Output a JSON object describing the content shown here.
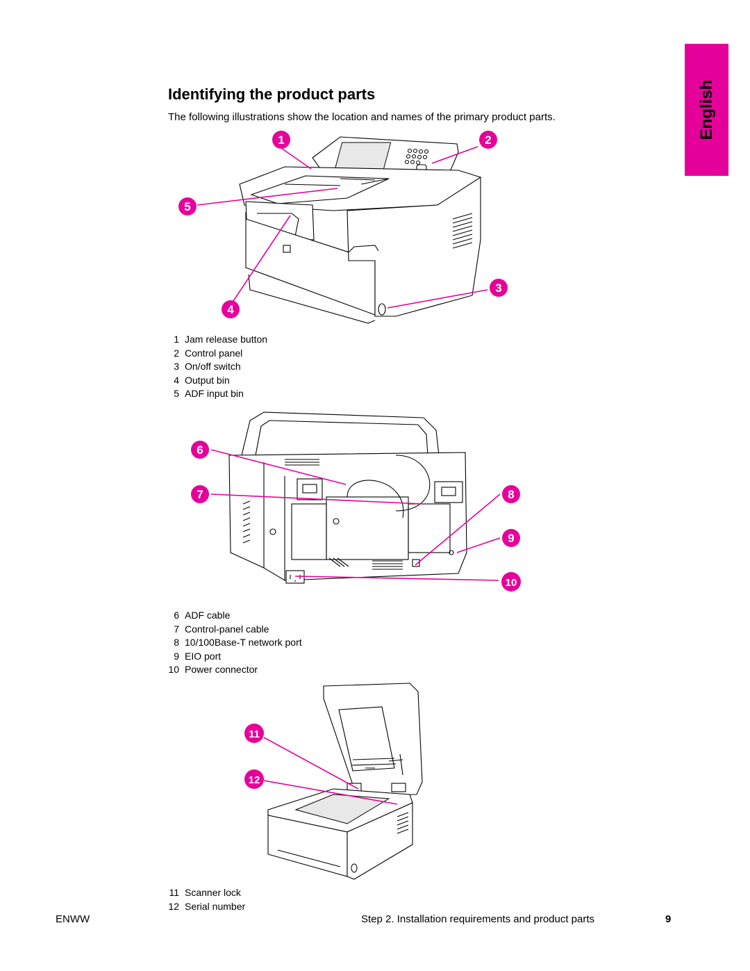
{
  "side_tab": {
    "label": "English"
  },
  "page": {
    "title": "Identifying the product parts",
    "intro": "The following illustrations show the location and names of the primary product parts."
  },
  "colors": {
    "accent": "#e6009a"
  },
  "figures": {
    "front": {
      "callouts": [
        "1",
        "2",
        "3",
        "4",
        "5"
      ],
      "legend": [
        {
          "num": "1",
          "label": "Jam release button"
        },
        {
          "num": "2",
          "label": "Control panel"
        },
        {
          "num": "3",
          "label": "On/off switch"
        },
        {
          "num": "4",
          "label": "Output bin"
        },
        {
          "num": "5",
          "label": "ADF input bin"
        }
      ]
    },
    "rear": {
      "callouts": [
        "6",
        "7",
        "8",
        "9",
        "10"
      ],
      "legend": [
        {
          "num": "6",
          "label": "ADF cable"
        },
        {
          "num": "7",
          "label": "Control-panel cable"
        },
        {
          "num": "8",
          "label": "10/100Base-T network port"
        },
        {
          "num": "9",
          "label": "EIO port"
        },
        {
          "num": "10",
          "label": "Power connector"
        }
      ]
    },
    "open": {
      "callouts": [
        "11",
        "12"
      ],
      "legend": [
        {
          "num": "11",
          "label": "Scanner lock"
        },
        {
          "num": "12",
          "label": "Serial number"
        }
      ]
    }
  },
  "footer": {
    "left": "ENWW",
    "chapter": "Step 2. Installation requirements and product parts",
    "page_number": "9"
  }
}
